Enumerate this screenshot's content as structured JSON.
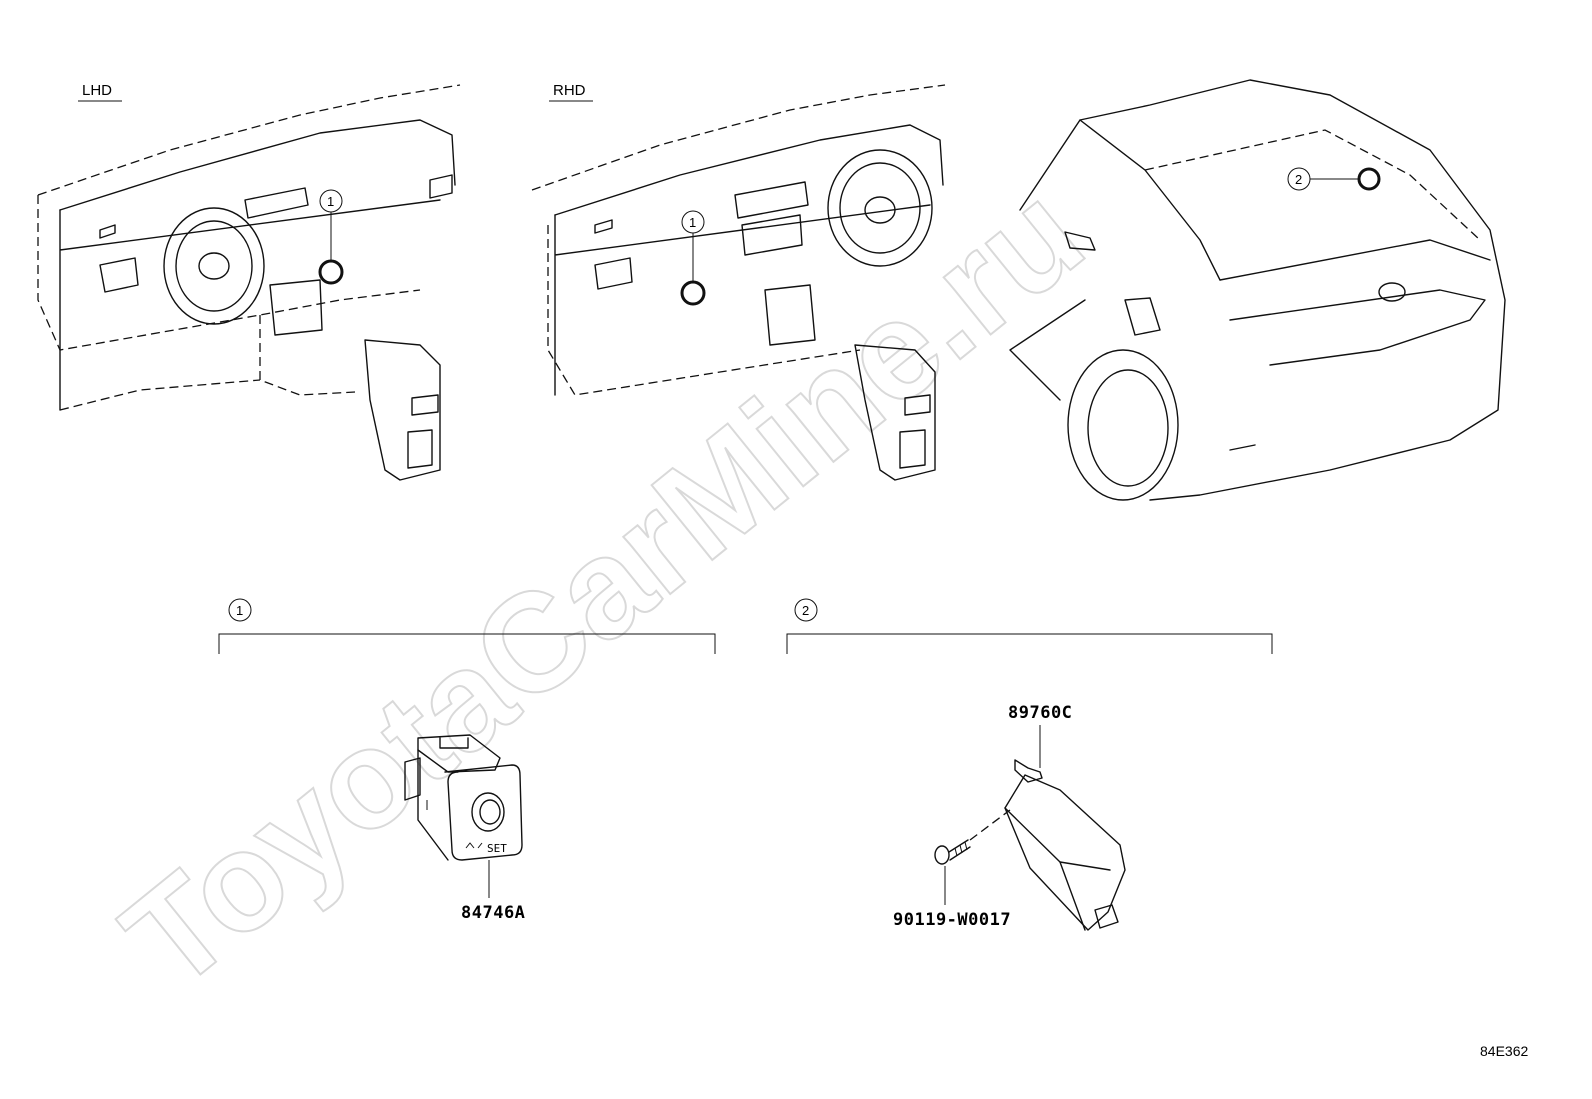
{
  "views": {
    "lhd_label": "LHD",
    "rhd_label": "RHD"
  },
  "callouts": {
    "lhd": "1",
    "rhd": "1",
    "rear": "2"
  },
  "groups": [
    {
      "number": "1",
      "parts": [
        "84746A"
      ]
    },
    {
      "number": "2",
      "parts": [
        "89760C",
        "90119-W0017"
      ]
    }
  ],
  "switch_marking": "SET",
  "diagram_code": "84E362",
  "watermark": "ToyotaCarMine.ru"
}
